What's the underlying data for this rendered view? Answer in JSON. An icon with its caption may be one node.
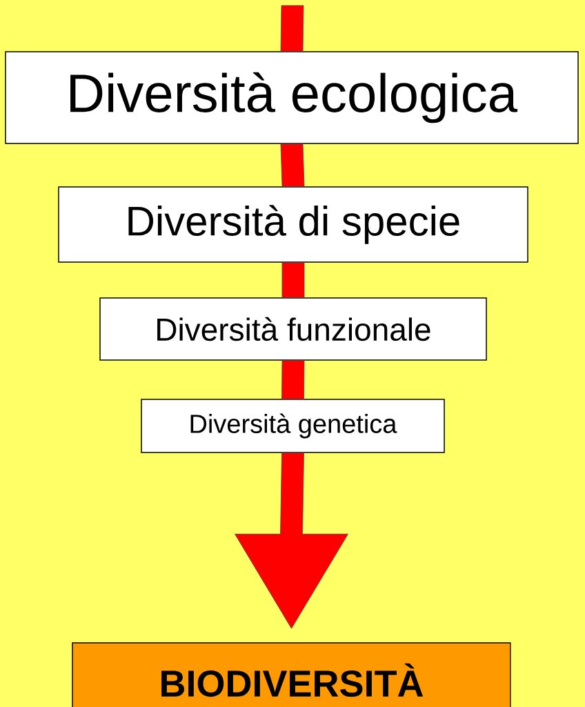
{
  "diagram": {
    "nodes": [
      {
        "text": [
          "Diversità ecologica"
        ]
      },
      {
        "text": [
          "Diversità di specie"
        ]
      },
      {
        "text": [
          "Diversità funzionale"
        ]
      },
      {
        "text": [
          "Diversità genetica"
        ]
      },
      {
        "text": [
          "BIODIVERSITÀ"
        ]
      }
    ],
    "edges": [
      {
        "from": null,
        "to": 0,
        "arrow": "none"
      },
      {
        "from": 0,
        "to": 1,
        "arrow": "none"
      },
      {
        "from": 1,
        "to": 2,
        "arrow": "none"
      },
      {
        "from": 2,
        "to": 3,
        "arrow": "none"
      },
      {
        "from": 3,
        "to": 4,
        "arrow": "to"
      }
    ]
  }
}
